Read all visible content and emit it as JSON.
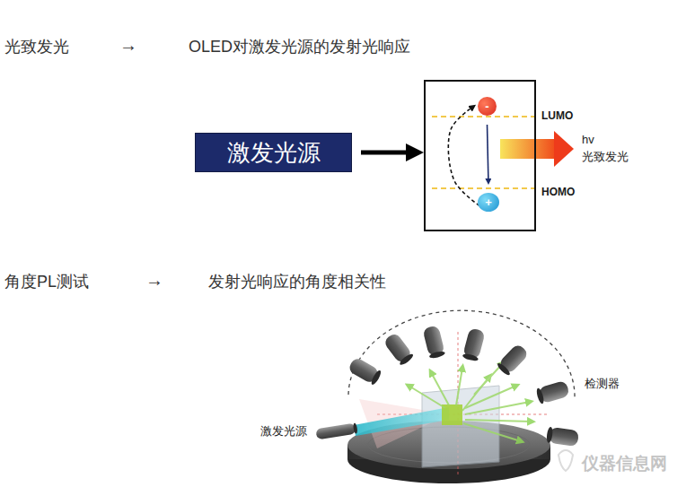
{
  "diagram": {
    "nodes": [
      {
        "text": [
          "激发光源"
        ]
      },
      {
        "text": [
          "LUMO",
          "HOMO"
        ]
      },
      {
        "text": [
          "-"
        ],
        "in": 1
      },
      {
        "text": [
          "+"
        ],
        "in": 1
      }
    ],
    "edges": [
      {
        "from": 0,
        "to": 1,
        "arrow": "to"
      },
      {
        "from": 2,
        "to": 3,
        "arrow": "to"
      },
      {
        "from": 3,
        "to": 2,
        "arrow": "to"
      }
    ],
    "labels": [
      "光致发光",
      "→",
      "OLED对激发光源的发射光响应",
      "hv",
      "光致发光",
      "角度PL测试",
      "→",
      "发射光响应的角度相关性",
      "激发光源",
      "检测器",
      "仪器信息网"
    ]
  }
}
